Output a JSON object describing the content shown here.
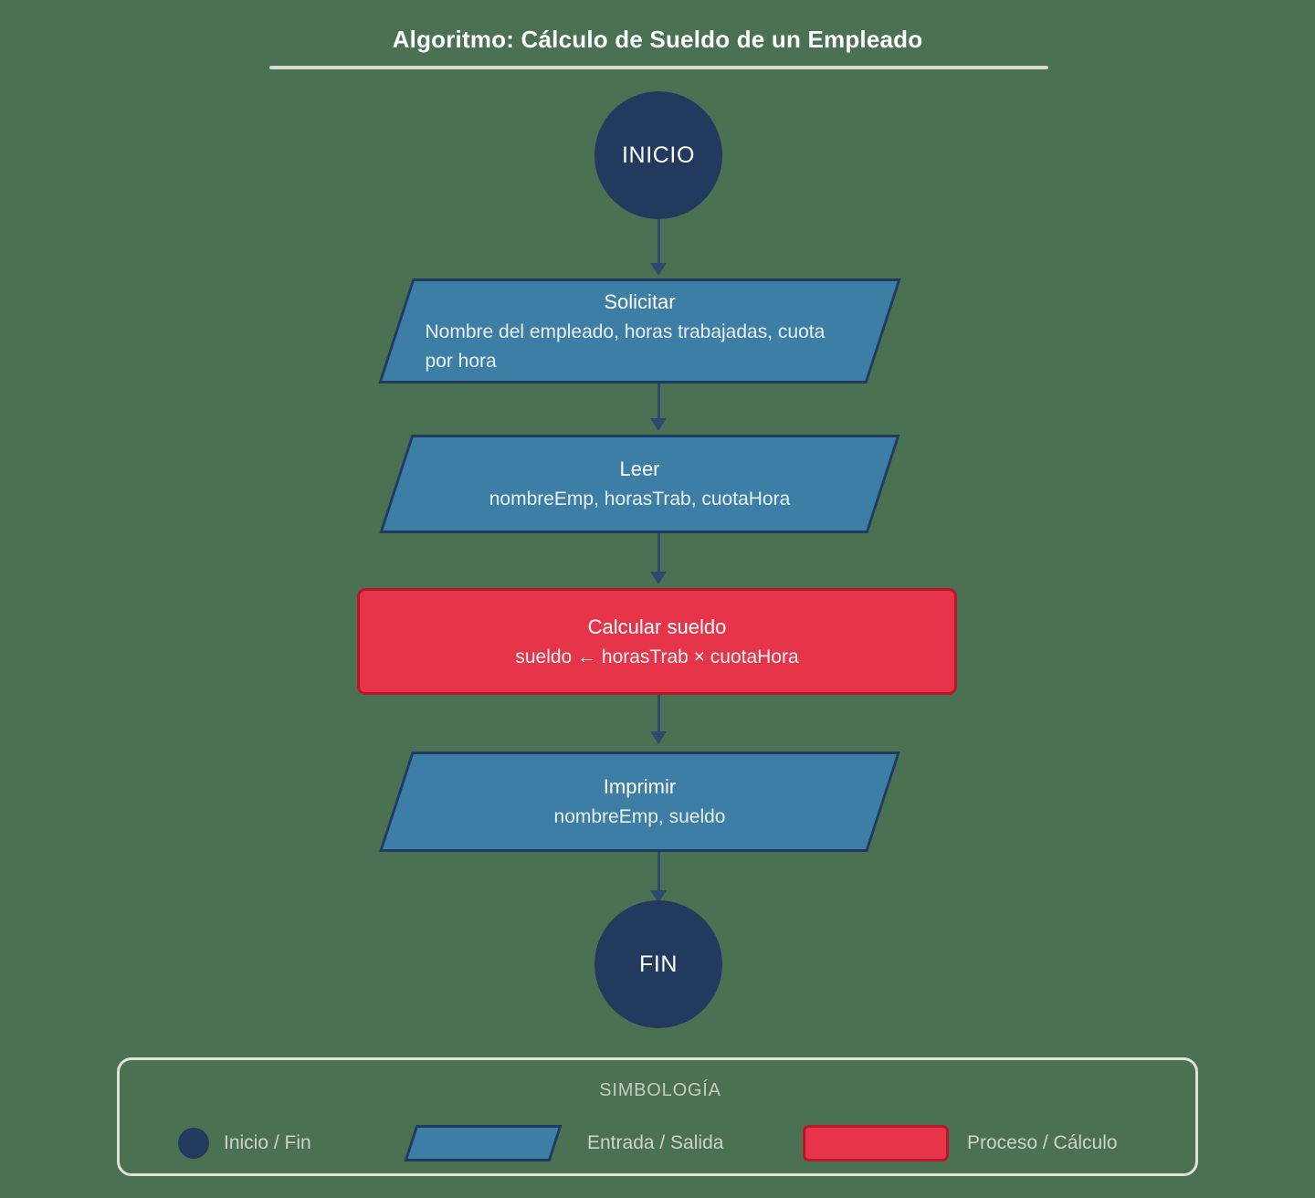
{
  "header": {
    "title": "Algoritmo: Cálculo de Sueldo de un Empleado"
  },
  "colors": {
    "background": "#4A7152",
    "terminator": "#223A5E",
    "io_fill": "#3D7EA6",
    "io_border": "#223A5E",
    "process_fill": "#E63548",
    "process_border": "#B9182B",
    "connector": "#2C4A70",
    "legend_border": "#E3E3DB",
    "legend_text": "#D2D2CA",
    "title_text": "#FFFFFF"
  },
  "flowchart": {
    "type": "flowchart",
    "nodes": [
      {
        "id": "inicio",
        "shape": "circle",
        "role": "terminator-start",
        "label": "INICIO"
      },
      {
        "id": "solicitar",
        "shape": "parallelogram",
        "role": "input-output",
        "title": "Solicitar",
        "detail": "Nombre del empleado, horas trabajadas, cuota por hora"
      },
      {
        "id": "leer",
        "shape": "parallelogram",
        "role": "input-output",
        "title": "Leer",
        "detail": "nombreEmp, horasTrab, cuotaHora"
      },
      {
        "id": "calcular",
        "shape": "rectangle",
        "role": "process",
        "title": "Calcular sueldo",
        "detail": "sueldo ← horasTrab × cuotaHora"
      },
      {
        "id": "imprimir",
        "shape": "parallelogram",
        "role": "input-output",
        "title": "Imprimir",
        "detail": "nombreEmp, sueldo"
      },
      {
        "id": "fin",
        "shape": "circle",
        "role": "terminator-end",
        "label": "FIN"
      }
    ],
    "edges": [
      {
        "from": "inicio",
        "to": "solicitar",
        "arrow": "down"
      },
      {
        "from": "solicitar",
        "to": "leer",
        "arrow": "down"
      },
      {
        "from": "leer",
        "to": "calcular",
        "arrow": "down"
      },
      {
        "from": "calcular",
        "to": "imprimir",
        "arrow": "down"
      },
      {
        "from": "imprimir",
        "to": "fin",
        "arrow": "down"
      }
    ]
  },
  "legend": {
    "title": "SIMBOLOGÍA",
    "items": [
      {
        "swatch": "circle",
        "label": "Inicio / Fin"
      },
      {
        "swatch": "parallelogram",
        "label": "Entrada / Salida"
      },
      {
        "swatch": "rectangle",
        "label": "Proceso / Cálculo"
      }
    ]
  }
}
